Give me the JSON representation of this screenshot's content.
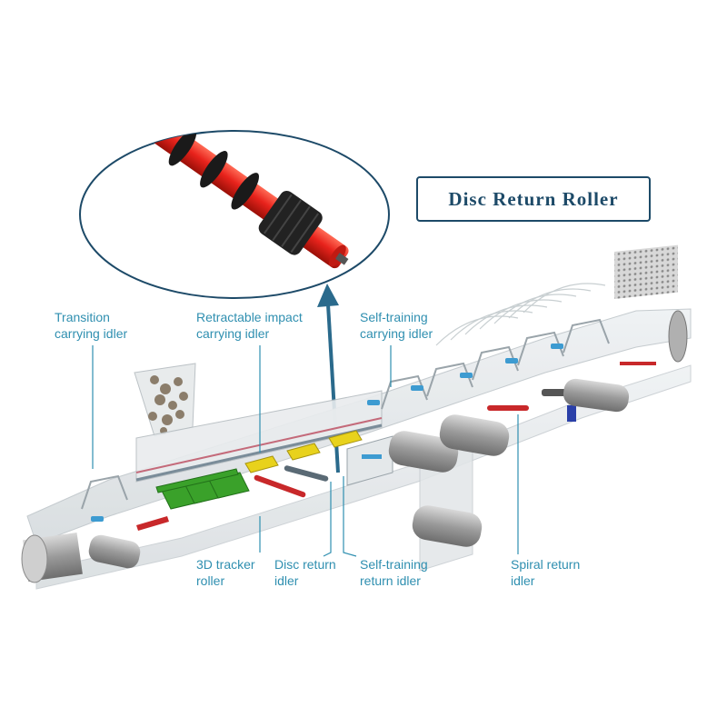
{
  "title": "Disc Return Roller",
  "labels": {
    "transition": [
      "Transition",
      "carrying idler"
    ],
    "retractable": [
      "Retractable impact",
      "carrying idler"
    ],
    "self_training_carrying": [
      "Self-training",
      "carrying idler"
    ],
    "tracker": [
      "3D tracker",
      "roller"
    ],
    "disc_return": [
      "Disc return",
      "idler"
    ],
    "self_training_return": [
      "Self-training",
      "return idler"
    ],
    "spiral_return": [
      "Spiral return",
      "idler"
    ]
  },
  "colors": {
    "label": "#2f8fb0",
    "title_border": "#1d4a68",
    "roller_red": "#e8231c",
    "disc_black": "#1a1a1a",
    "impact_green": "#3aa12a",
    "idler_yellow": "#e8d21c",
    "pointer_arrow": "#2a6a8c"
  }
}
